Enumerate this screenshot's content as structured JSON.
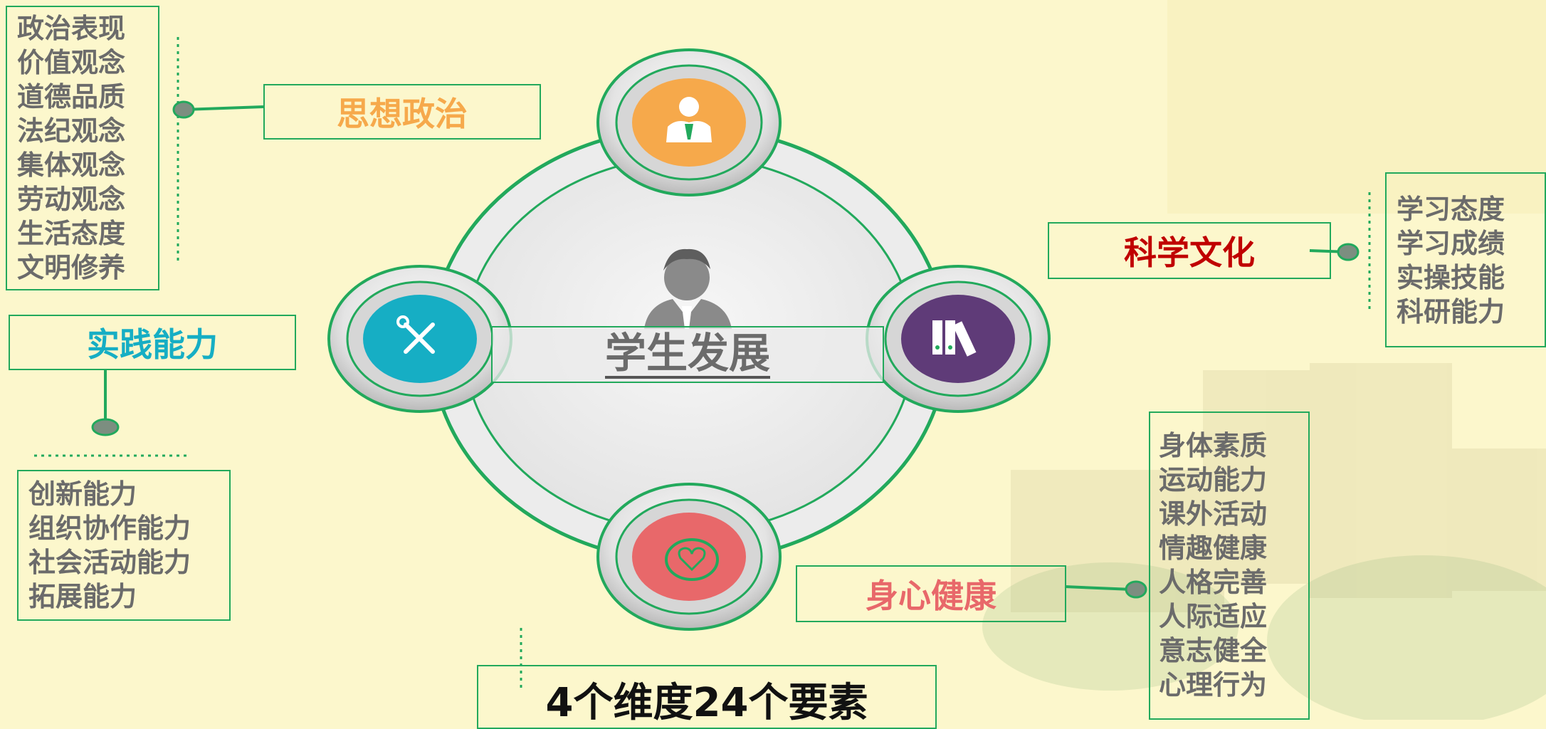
{
  "center": {
    "label": "学生发展"
  },
  "footer": {
    "label": "4个维度24个要素"
  },
  "dimensions": {
    "political": {
      "title": "思想政治",
      "color": "#f6a94b",
      "icon": "person-icon",
      "items": [
        "政治表现",
        "价值观念",
        "道德品质",
        "法纪观念",
        "集体观念",
        "劳动观念",
        "生活态度",
        "文明修养"
      ]
    },
    "science": {
      "title": "科学文化",
      "color": "#c00000",
      "icon": "binders-icon",
      "items": [
        "学习态度",
        "学习成绩",
        "实操技能",
        "科研能力"
      ]
    },
    "practice": {
      "title": "实践能力",
      "color": "#16aec4",
      "icon": "tools-icon",
      "items": [
        "创新能力",
        "组织协作能力",
        "社会活动能力",
        "拓展能力"
      ]
    },
    "health": {
      "title": "身心健康",
      "color": "#e8686a",
      "icon": "heart-icon",
      "items": [
        "身体素质",
        "运动能力",
        "课外活动",
        "情趣健康",
        "人格完善",
        "人际适应",
        "意志健全",
        "心理行为"
      ]
    }
  },
  "colors": {
    "line": "#22a95c",
    "text_gray": "#6b6b6b",
    "science_circle": "#5f3b78"
  }
}
